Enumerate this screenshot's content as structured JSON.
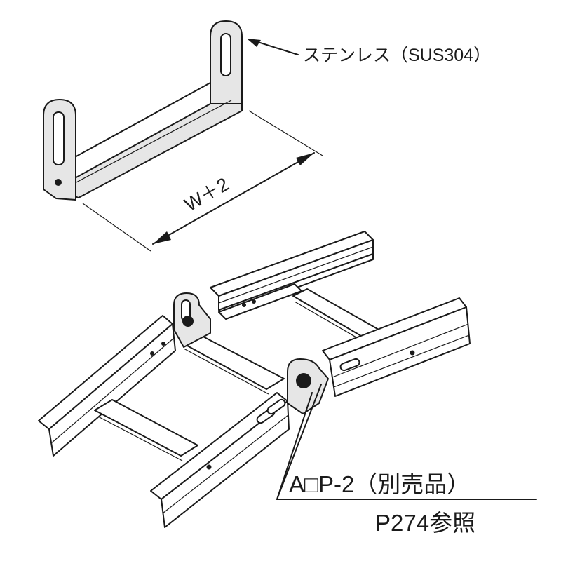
{
  "labels": {
    "material": "ステンレス（SUS304）",
    "dimension": "W＋2",
    "part_number": "A□P-2（別売品）",
    "reference": "P274参照"
  },
  "colors": {
    "line": "#1a1a1a",
    "background": "#ffffff",
    "shade": "#e6e6e6"
  }
}
